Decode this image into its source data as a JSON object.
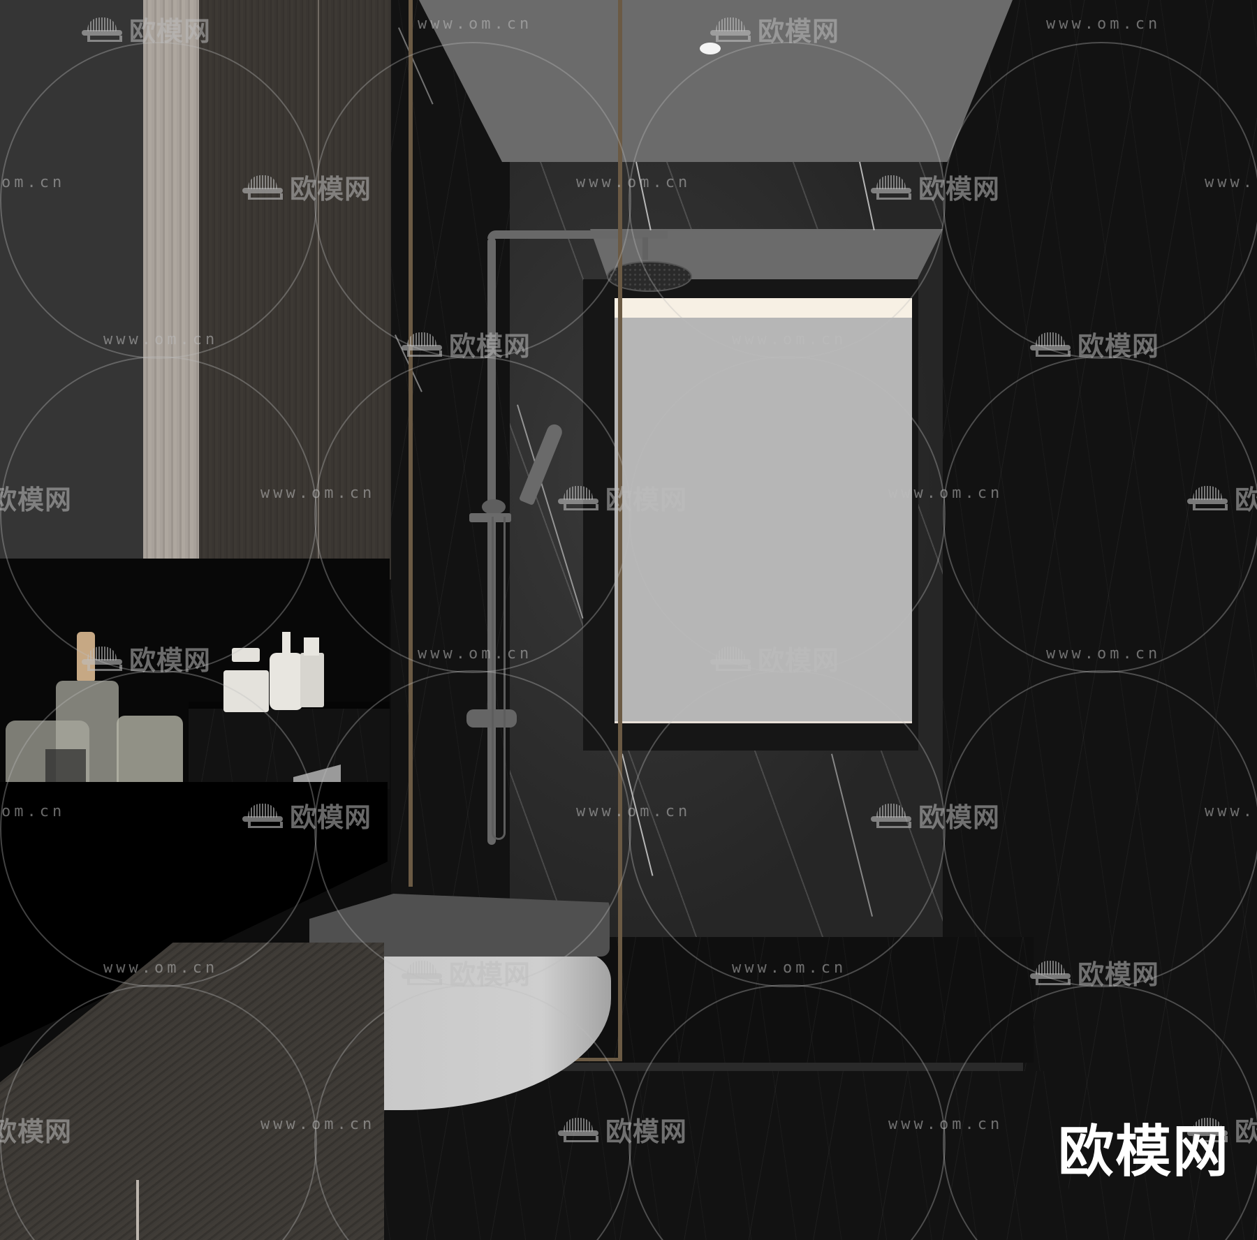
{
  "scene": {
    "description": "3D rendered modern bathroom with dark marble walls, walk-in shower, wall-hung toilet and vanity shelves",
    "colors": {
      "ceiling": "#6b6b6b",
      "window_glow": "#f7f0e4",
      "window_panel": "#b6b6b6",
      "glass_frame_bronze": "#6b5a44",
      "toilet_lid": "#505050",
      "toilet_bowl": "#cdcdcd",
      "cabinet_dark": "#353535",
      "cabinet_wood_light": "#a8a19a",
      "cabinet_wood_dark": "#3a3632",
      "marble_dark": "#121212",
      "marble_mid": "#303030",
      "shower_fixture": "#686868"
    }
  },
  "watermark": {
    "logo_text": "欧模网",
    "url_text": "www.om.cn",
    "partial_url_text": "om.cn",
    "partial_logo_text": "欧模网",
    "brand_large": "欧模网"
  }
}
